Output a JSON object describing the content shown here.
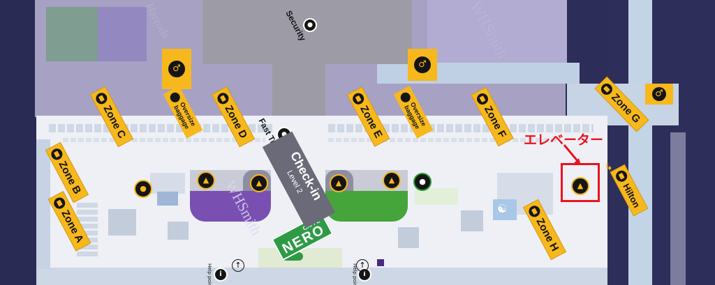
{
  "zones": {
    "zone_a": "Zone A",
    "zone_b": "Zone B",
    "zone_c": "Zone C",
    "zone_d": "Zone D",
    "zone_e": "Zone E",
    "zone_f": "Zone F",
    "zone_g": "Zone G",
    "zone_h": "Zone H"
  },
  "oversize": {
    "left": "Oversize baggage",
    "right": "Oversize baggage"
  },
  "security": "Security",
  "fast_track": "Fast Track",
  "checkin": {
    "title": "Check-in",
    "level": "Level 2"
  },
  "hilton": "Hilton",
  "elevator_annotation": "エレベーター",
  "help_point": "Help point",
  "shops": {
    "whsmith_top": "WHSmith",
    "whsmith_main": "WHSmith",
    "harrods": "Harrods",
    "caffe": "CAFFÈ",
    "nero": "NERO"
  },
  "colors": {
    "zone_sign": "#f6b81c",
    "annotation": "#e8141e",
    "floor": "#eef0f6",
    "background": "#2b2c56",
    "security_area": "#9c9ba6",
    "checkin_banner": "#6a6a78",
    "shop_purple": "#7a4fb2",
    "shop_green": "#45a53b",
    "caffe_nero_green": "#2f9a46"
  }
}
